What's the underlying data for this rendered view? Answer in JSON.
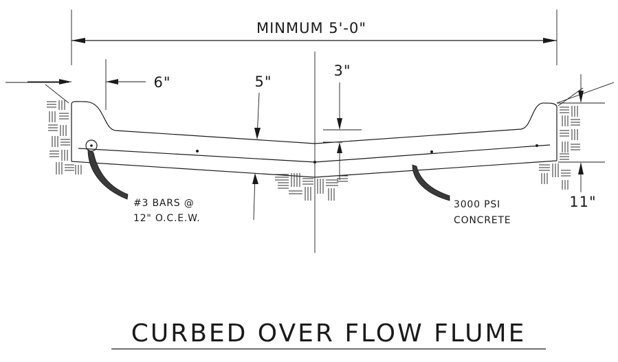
{
  "drawing": {
    "title": "CURBED OVER FLOW FLUME",
    "dimensions": {
      "overall_width": "MINMUM 5'-0\"",
      "curb_offset": "6\"",
      "slab_thickness": "5\"",
      "center_drop": "3\"",
      "curb_height": "11\""
    },
    "notes": {
      "rebar_line1": "#3 BARS @",
      "rebar_line2": "12\" O.C.E.W.",
      "concrete_line1": "3000 PSI",
      "concrete_line2": "CONCRETE"
    }
  }
}
